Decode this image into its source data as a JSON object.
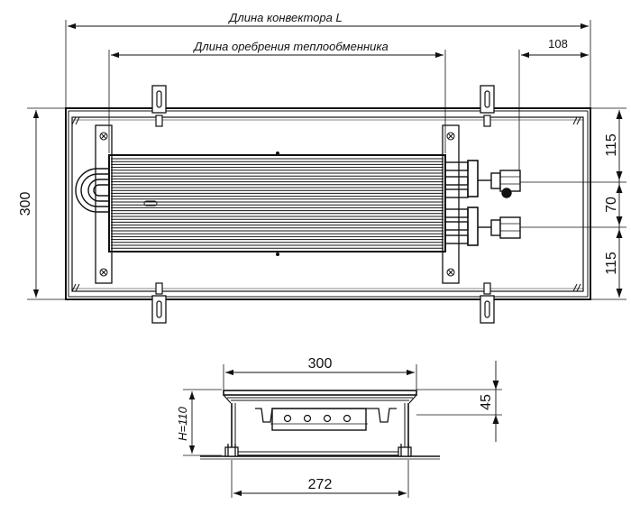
{
  "top_view": {
    "length_label": "Длина конвектора L",
    "fin_length_label": "Длина оребрения теплообменника",
    "offset_label": "108",
    "height_label": "300",
    "segment_top_label": "115",
    "segment_mid_label": "70",
    "segment_bottom_label": "115"
  },
  "section_view": {
    "top_width_label": "300",
    "bottom_width_label": "272",
    "height_label": "H=110",
    "top_part_label": "45"
  }
}
